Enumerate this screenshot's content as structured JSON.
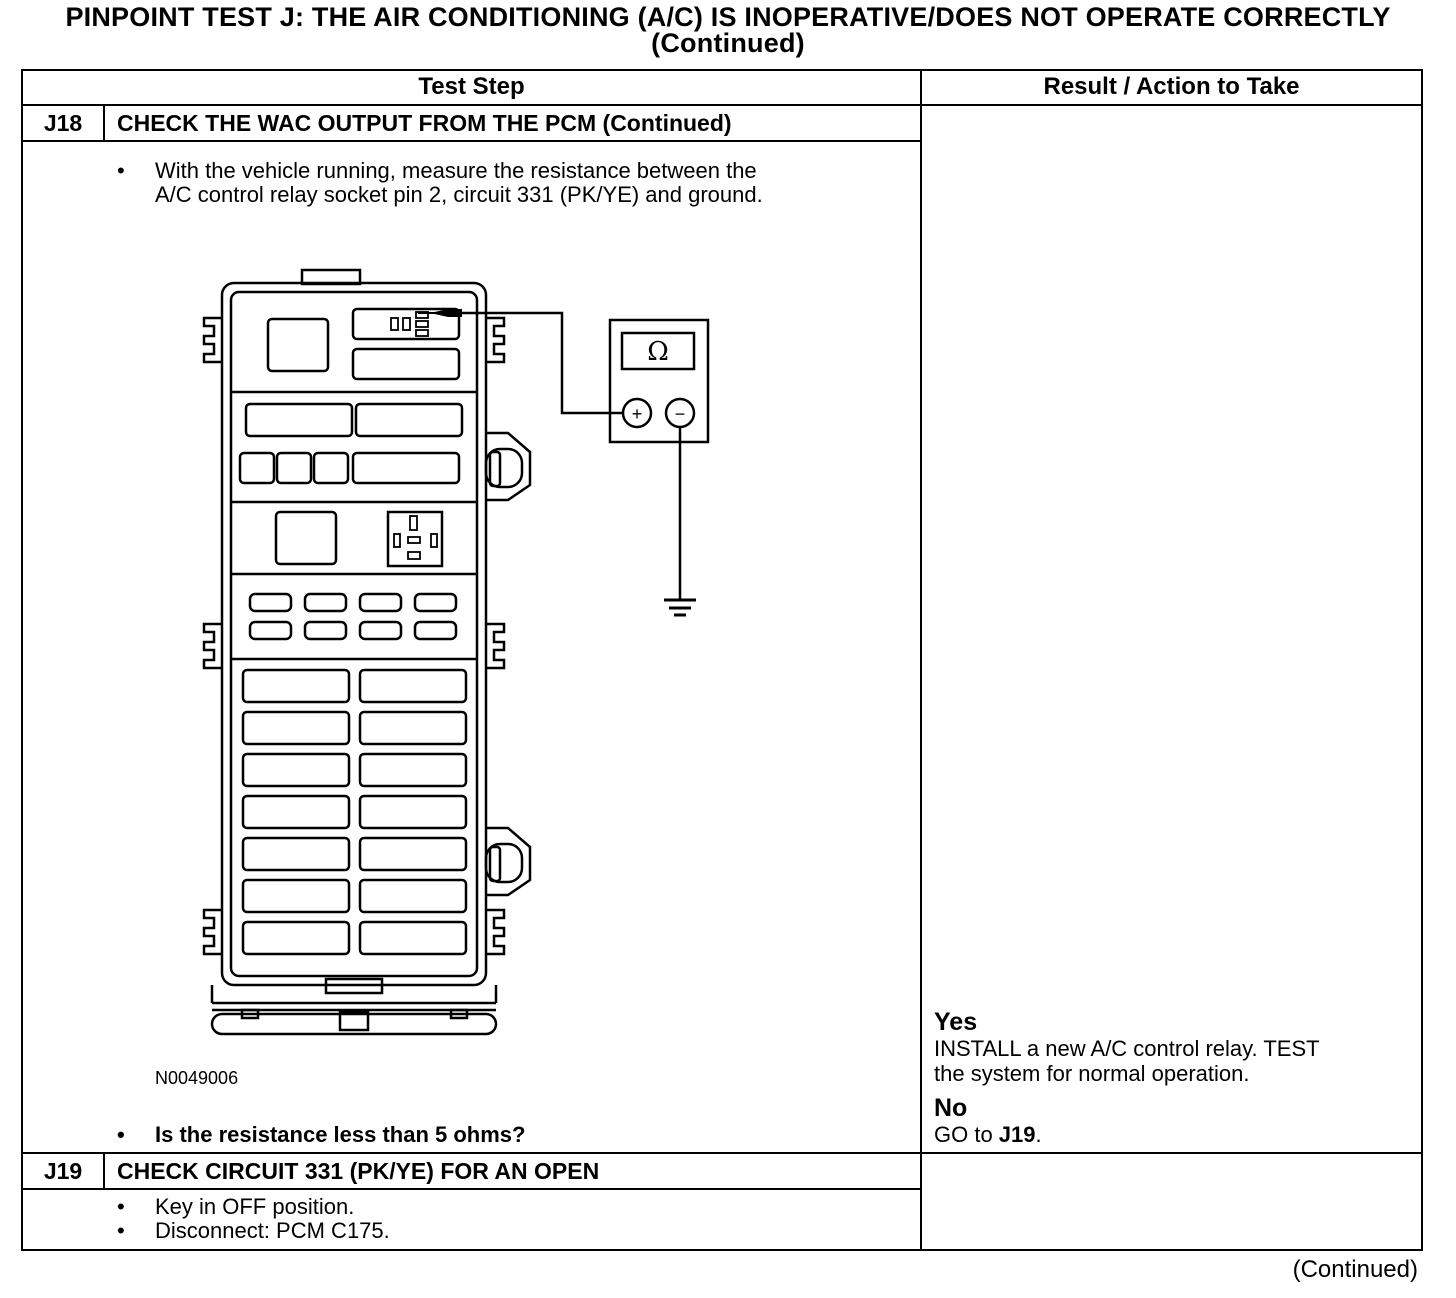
{
  "title": {
    "line1": "PINPOINT TEST  J: THE AIR CONDITIONING (A/C) IS INOPERATIVE/DOES NOT OPERATE CORRECTLY",
    "line2": "(Continued)"
  },
  "table": {
    "col_test_step": "Test Step",
    "col_result": "Result / Action to Take"
  },
  "steps": {
    "j18": {
      "id": "J18",
      "title": "CHECK THE WAC OUTPUT FROM THE PCM (Continued)",
      "bullet1": "With the vehicle running, measure the resistance between the\nA/C control relay socket pin 2, circuit 331 (PK/YE) and ground.",
      "figure_id": "N0049006",
      "question": "Is the resistance less than 5 ohms?",
      "meter_symbol": "Ω",
      "meter_plus": "+",
      "meter_minus": "−",
      "results": {
        "yes_label": "Yes",
        "yes_text": "INSTALL a new A/C control relay. TEST\nthe system for normal operation.",
        "no_label": "No",
        "no_text_prefix": "GO to ",
        "no_target": "J19",
        "no_text_suffix": "."
      }
    },
    "j19": {
      "id": "J19",
      "title": "CHECK CIRCUIT 331 (PK/YE) FOR AN OPEN",
      "bullet1": "Key in OFF position.",
      "bullet2": "Disconnect: PCM C175."
    }
  },
  "bullet_char": "•",
  "footer": "(Continued)"
}
